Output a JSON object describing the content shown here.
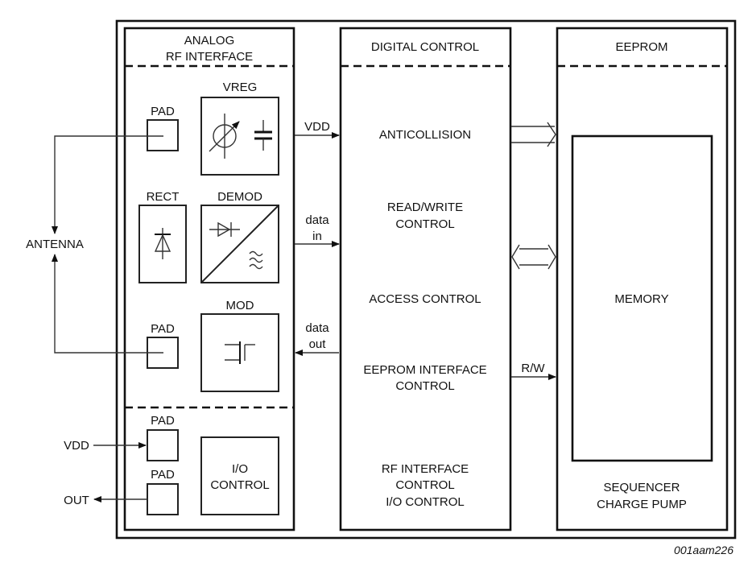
{
  "blocks": {
    "analog": {
      "title_line1": "ANALOG",
      "title_line2": "RF INTERFACE"
    },
    "digital": {
      "title": "DIGITAL CONTROL"
    },
    "eeprom": {
      "title": "EEPROM"
    }
  },
  "analog": {
    "pad_label": "PAD",
    "vreg": "VREG",
    "rect": "RECT",
    "demod": "DEMOD",
    "mod": "MOD",
    "io_control_line1": "I/O",
    "io_control_line2": "CONTROL"
  },
  "external": {
    "antenna": "ANTENNA",
    "vdd": "VDD",
    "out": "OUT"
  },
  "signals": {
    "vdd": "VDD",
    "data_in_line1": "data",
    "data_in_line2": "in",
    "data_out_line1": "data",
    "data_out_line2": "out",
    "rw": "R/W"
  },
  "digital_functions": {
    "anticollision": "ANTICOLLISION",
    "read_write_line1": "READ/WRITE",
    "read_write_line2": "CONTROL",
    "access_control": "ACCESS CONTROL",
    "eeprom_if_line1": "EEPROM INTERFACE",
    "eeprom_if_line2": "CONTROL",
    "rf_if_line1": "RF INTERFACE",
    "rf_if_line2": "CONTROL",
    "rf_if_line3": "I/O CONTROL"
  },
  "eeprom": {
    "memory": "MEMORY",
    "sequencer": "SEQUENCER",
    "charge_pump": "CHARGE PUMP"
  },
  "figure_id": "001aam226"
}
